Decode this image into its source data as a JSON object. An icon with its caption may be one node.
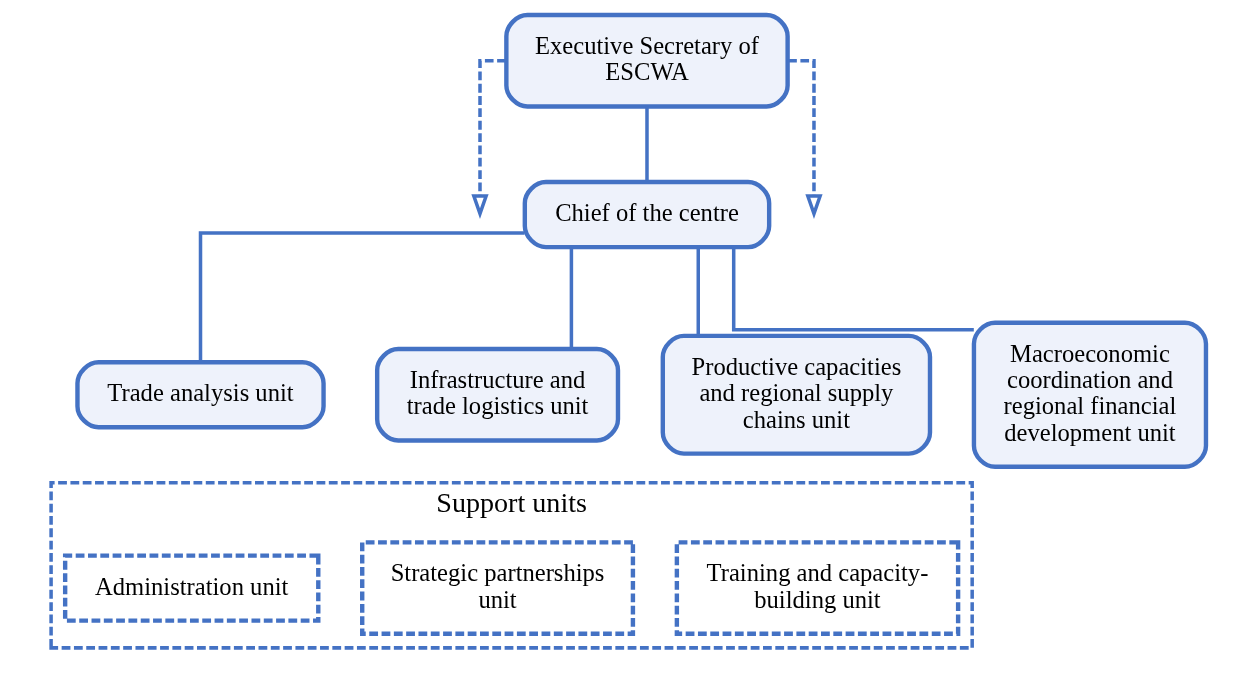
{
  "diagram": {
    "nodes": [
      {
        "text": [
          "Executive Secretary of ESCWA"
        ]
      },
      {
        "text": [
          "Chief of the centre"
        ]
      },
      {
        "text": [
          "Trade analysis unit"
        ]
      },
      {
        "text": [
          "Infrastructure and trade logistics unit"
        ]
      },
      {
        "text": [
          "Productive capacities and regional supply chains unit"
        ]
      },
      {
        "text": [
          "Macroeconomic coordination and regional financial development unit"
        ]
      },
      {
        "text": [
          "Support units"
        ]
      },
      {
        "text": [
          "Administration unit"
        ],
        "in": 6
      },
      {
        "text": [
          "Strategic partnerships unit"
        ],
        "in": 6
      },
      {
        "text": [
          "Training and capacity-building unit"
        ],
        "in": 6
      }
    ],
    "edges": [
      {
        "from": 0,
        "to": null,
        "arrow": "to",
        "style": "dashed"
      },
      {
        "from": 0,
        "to": null,
        "arrow": "to",
        "style": "dashed"
      },
      {
        "from": 0,
        "to": 1,
        "arrow": "none"
      },
      {
        "from": 1,
        "to": 2,
        "arrow": "none"
      },
      {
        "from": 1,
        "to": 3,
        "arrow": "none"
      },
      {
        "from": 1,
        "to": 4,
        "arrow": "none"
      },
      {
        "from": 1,
        "to": 5,
        "arrow": "none"
      }
    ]
  }
}
